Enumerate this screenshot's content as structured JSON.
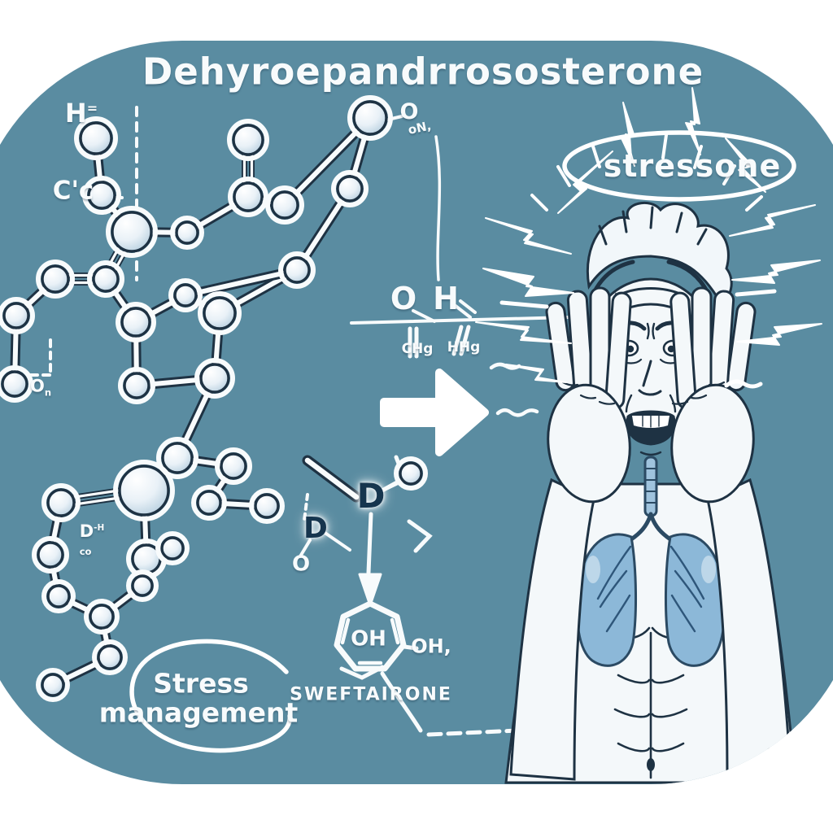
{
  "colors": {
    "page_bg": "#ffffff",
    "panel_bg": "#5a8ca1",
    "ink": "#1e3243",
    "line_white": "#f8fbfc",
    "lungs_fill": "#8cb8d8",
    "d_letter": "#16354e"
  },
  "header": {
    "title": "Dehyroepandrrososterone"
  },
  "molecule": {
    "h_label": {
      "base": "H",
      "sup": "="
    },
    "c_label": "C'c",
    "o_top": {
      "base": "O",
      "sub": "oN,"
    },
    "o_left": {
      "base": "O",
      "sub": "n"
    },
    "dh_label": {
      "base": "D",
      "sup": "-H",
      "sub": "co"
    },
    "formula": {
      "o": "O",
      "h": "H",
      "left_sub": "CHg",
      "right_sub": "HHg"
    },
    "d_upper": "D",
    "d_lower": "D",
    "o_small": "O",
    "ring_inner": "OH",
    "ring_outer": "OH,"
  },
  "annotations": {
    "stressone": "stressone",
    "stress_line1": "Stress",
    "stress_line2": "management",
    "compound_name": "SWEFTAIRONE"
  }
}
